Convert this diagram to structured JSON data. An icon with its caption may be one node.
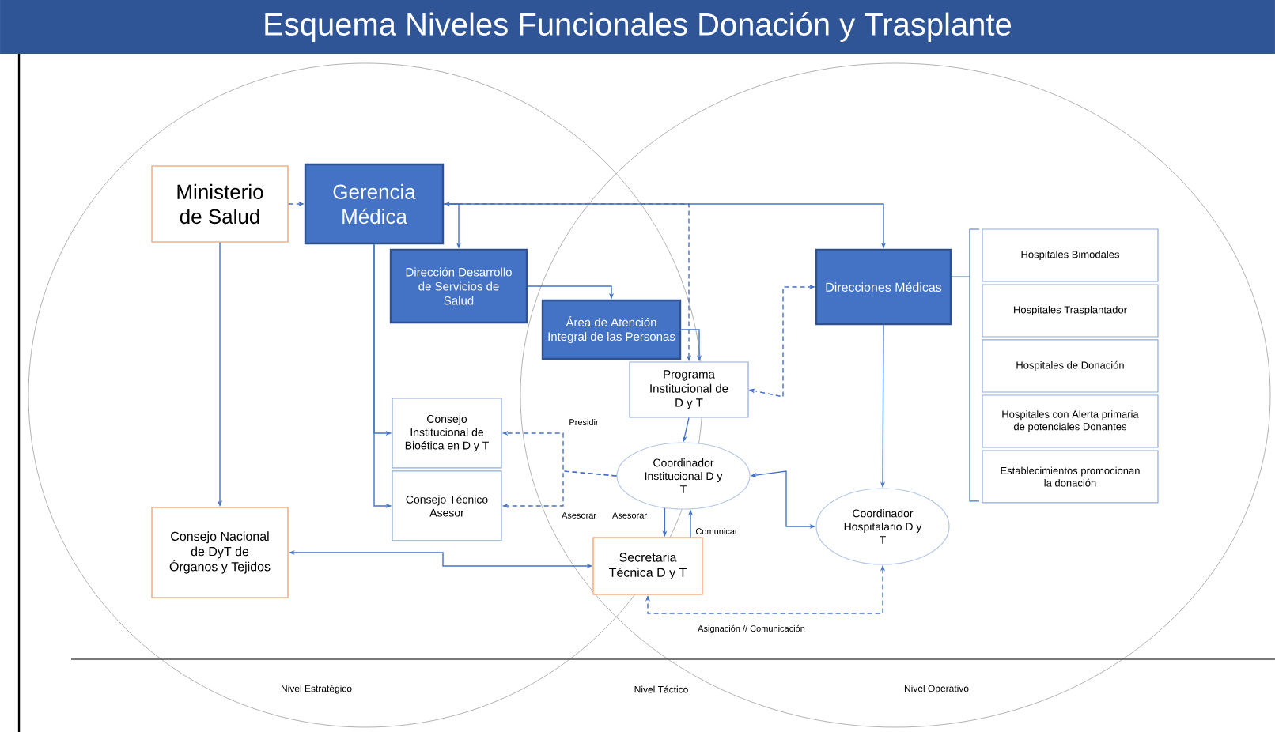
{
  "diagram": {
    "title": "Esquema Niveles Funcionales Donación y Trasplante",
    "nodes": [
      {
        "text": [
          "Ministerio de Salud"
        ]
      },
      {
        "text": [
          "Gerencia Médica"
        ]
      },
      {
        "text": [
          "Dirección Desarrollo de Servicios de Salud"
        ]
      },
      {
        "text": [
          "Área de Atención Integral de las Personas"
        ]
      },
      {
        "text": [
          "Programa Institucional de D y T"
        ]
      },
      {
        "text": [
          "Direcciones Médicas"
        ]
      },
      {
        "text": [
          "Hospitales Bimodales"
        ]
      },
      {
        "text": [
          "Hospitales Trasplantador"
        ]
      },
      {
        "text": [
          "Hospitales de Donación"
        ]
      },
      {
        "text": [
          "Hospitales con Alerta primaria de potenciales Donantes"
        ]
      },
      {
        "text": [
          "Establecimientos promocionan la donación"
        ]
      },
      {
        "text": [
          "Consejo Institucional de Bioética en D y T"
        ]
      },
      {
        "text": [
          "Consejo Técnico Asesor"
        ]
      },
      {
        "text": [
          "Coordinador Institucional D y T"
        ]
      },
      {
        "text": [
          "Consejo Nacional de DyT de Órganos y Tejidos"
        ]
      },
      {
        "text": [
          "Secretaria Técnica D y T"
        ]
      },
      {
        "text": [
          "Coordinador Hospitalario D y T"
        ]
      }
    ],
    "edges": [
      {
        "from": 0,
        "to": 1,
        "arrow": "to",
        "style": "dashed"
      },
      {
        "from": 0,
        "to": 14,
        "arrow": "to"
      },
      {
        "from": 1,
        "to": 2,
        "arrow": "to"
      },
      {
        "from": 1,
        "to": 5,
        "arrow": "to"
      },
      {
        "from": 4,
        "to": 1,
        "arrow": "both",
        "style": "dashed"
      },
      {
        "from": 2,
        "to": 3,
        "arrow": "to"
      },
      {
        "from": 3,
        "to": 4,
        "arrow": "to"
      },
      {
        "from": 1,
        "to": 11,
        "arrow": "to"
      },
      {
        "from": 1,
        "to": 12,
        "arrow": "to"
      },
      {
        "from": 13,
        "to": 11,
        "arrow": "to",
        "style": "dashed",
        "label": "Presidir"
      },
      {
        "from": 13,
        "to": 12,
        "arrow": "to",
        "style": "dashed",
        "label": "Asesorar"
      },
      {
        "from": 14,
        "to": 15,
        "arrow": "both"
      },
      {
        "from": 13,
        "to": 15,
        "arrow": "to",
        "label": "Asesorar"
      },
      {
        "from": 15,
        "to": 13,
        "arrow": "to",
        "label": "Comunicar"
      },
      {
        "from": 4,
        "to": 13,
        "arrow": "to"
      },
      {
        "from": 4,
        "to": 5,
        "arrow": "both",
        "style": "dashed"
      },
      {
        "from": 5,
        "to": 16,
        "arrow": "to"
      },
      {
        "from": 13,
        "to": 16,
        "arrow": "both"
      },
      {
        "from": 16,
        "to": 15,
        "arrow": "both",
        "style": "dashed",
        "label": "Asignación // Comunicación"
      }
    ],
    "labels": [
      "Nivel Estratégico",
      "Nivel Táctico",
      "Nivel Operativo"
    ]
  }
}
